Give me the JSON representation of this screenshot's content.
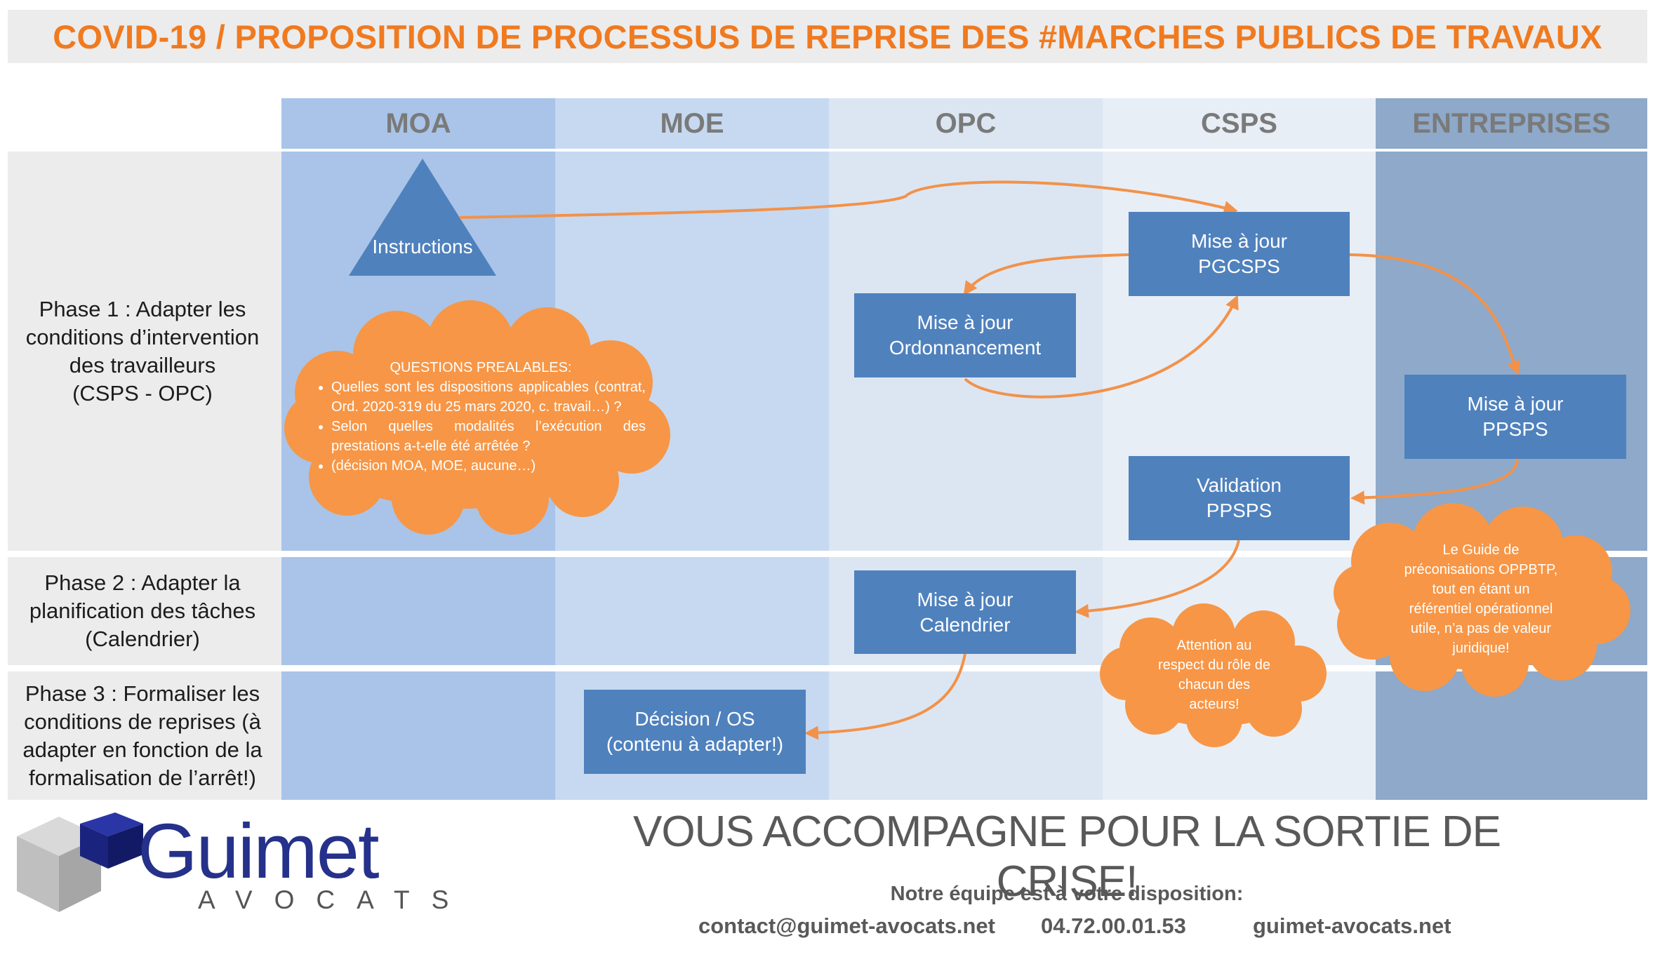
{
  "title": "COVID-19 / PROPOSITION DE PROCESSUS DE REPRISE DES #MARCHES PUBLICS DE TRAVAUX",
  "colors": {
    "title": "#f07a20",
    "col_moa": "#a9c4e8",
    "col_moe": "#c6d9f1",
    "col_opc": "#dce6f2",
    "col_csps": "#e8eef6",
    "col_entreprises": "#8ea9c9",
    "box": "#4f81bd",
    "arrow": "#f2924a",
    "cloud": "#f79646"
  },
  "columns": [
    "MOA",
    "MOE",
    "OPC",
    "CSPS",
    "ENTREPRISES"
  ],
  "phases": [
    "Phase 1 : Adapter les\nconditions d’intervention\ndes travailleurs\n(CSPS - OPC)",
    "Phase 2 : Adapter la\nplanification des tâches\n(Calendrier)",
    "Phase 3 : Formaliser les\nconditions de reprises (à\nadapter en fonction de la\nformalisation de l’arrêt!)"
  ],
  "nodes": {
    "instructions": "Instructions",
    "pgcsps": "Mise à jour\nPGCSPS",
    "ordonnancement": "Mise à jour\nOrdonnancement",
    "ppsps_update": "Mise à jour\nPPSPS",
    "ppsps_validation": "Validation\nPPSPS",
    "calendrier": "Mise à jour\nCalendrier",
    "decision": "Décision / OS\n(contenu à adapter!)"
  },
  "clouds": {
    "questions_title": "QUESTIONS PREALABLES:",
    "questions": [
      "Quelles sont les dispositions applicables (contrat, Ord. 2020-319 du 25 mars 2020, c. travail…) ?",
      "Selon quelles modalités l’exécution des prestations a-t-elle été arrêtée ?",
      "(décision MOA, MOE, aucune…)"
    ],
    "attention": "Attention au\nrespect du rôle de\nchacun des\nacteurs!",
    "guide": "Le Guide de\npréconisations OPPBTP,\ntout en étant un\nréférentiel opérationnel\nutile,  n’a pas de valeur\njuridique!"
  },
  "footer": {
    "logo_name": "Guimet",
    "logo_sub": "AVOCATS",
    "slogan": "VOUS ACCOMPAGNE POUR LA SORTIE DE CRISE!",
    "availability": "Notre équipe est à votre disposition:",
    "email": "contact@guimet-avocats.net",
    "phone": "04.72.00.01.53",
    "website": "guimet-avocats.net"
  }
}
